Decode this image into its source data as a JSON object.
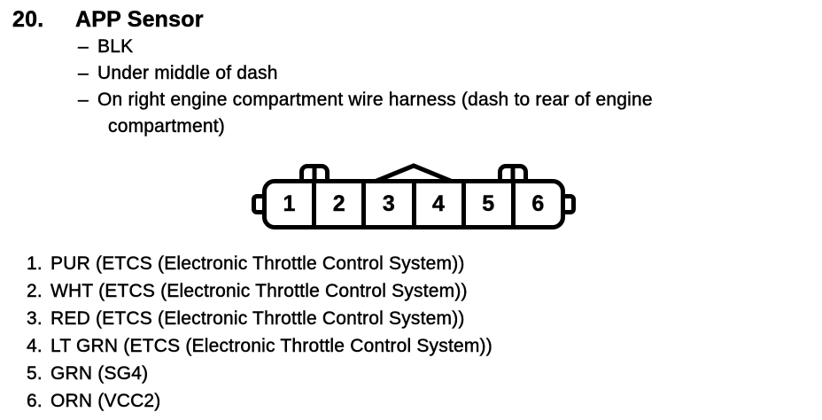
{
  "page": {
    "background": "#ffffff",
    "ink": "#000000"
  },
  "section": {
    "number": "20.",
    "title": "APP Sensor",
    "bullet": "–",
    "details": [
      "BLK",
      "Under middle of dash",
      "On right engine compartment wire harness (dash to rear of engine compartment)"
    ]
  },
  "connector": {
    "pins": [
      "1",
      "2",
      "3",
      "4",
      "5",
      "6"
    ]
  },
  "pinout": [
    {
      "num": "1.",
      "desc": "PUR (ETCS (Electronic Throttle Control System))"
    },
    {
      "num": "2.",
      "desc": "WHT (ETCS (Electronic Throttle Control System))"
    },
    {
      "num": "3.",
      "desc": "RED (ETCS (Electronic Throttle Control System))"
    },
    {
      "num": "4.",
      "desc": "LT GRN (ETCS (Electronic Throttle Control System))"
    },
    {
      "num": "5.",
      "desc": "GRN (SG4)"
    },
    {
      "num": "6.",
      "desc": "ORN (VCC2)"
    }
  ]
}
